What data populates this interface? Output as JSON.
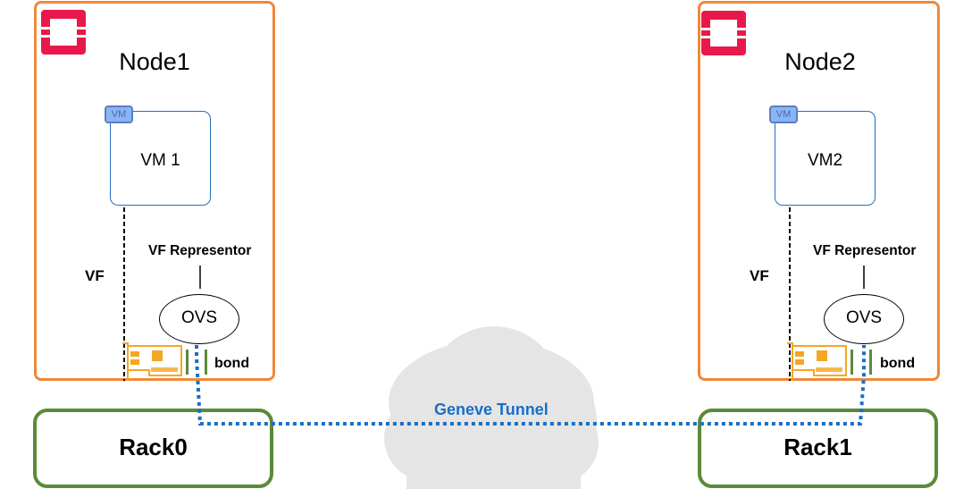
{
  "diagram": {
    "nodes": [
      {
        "title": "Node1",
        "vm": {
          "badge": "VM",
          "label": "VM 1"
        },
        "vf_label": "VF",
        "vf_representor_label": "VF Representor",
        "ovs_label": "OVS",
        "bond_label": "bond",
        "logo_icon": "openstack-logo"
      },
      {
        "title": "Node2",
        "vm": {
          "badge": "VM",
          "label": "VM2"
        },
        "vf_label": "VF",
        "vf_representor_label": "VF Representor",
        "ovs_label": "OVS",
        "bond_label": "bond",
        "logo_icon": "openstack-logo"
      }
    ],
    "racks": [
      {
        "label": "Rack0"
      },
      {
        "label": "Rack1"
      }
    ],
    "tunnel": {
      "label": "Geneve Tunnel"
    },
    "colors": {
      "node_border": "#f0883a",
      "rack_border": "#5b8a38",
      "tunnel": "#1a6fc4",
      "logo": "#e8194a",
      "nic": "#f5a623",
      "bond": "#5b8a38",
      "cloud": "#e5e5e5",
      "vm_border": "#1f70c1",
      "vm_badge": "#8ab4f8"
    }
  }
}
